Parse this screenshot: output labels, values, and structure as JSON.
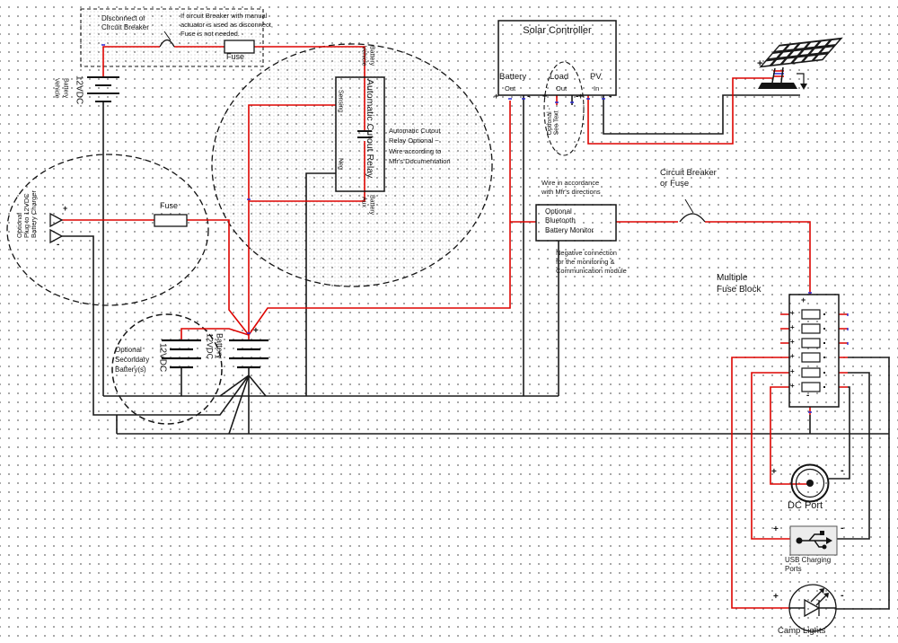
{
  "colors": {
    "positive": "#dd0400",
    "negative": "#1a1a1a",
    "junction": "#2b2bd4",
    "outline": "#141414"
  },
  "icons": {
    "solar_panel": "solar-panel-icon",
    "battery": "battery-cell-icon",
    "fuse": "fuse-icon",
    "circuit_breaker": "circuit-breaker-arc-icon",
    "charger_plug": "charger-plug-triangles-icon",
    "dc_port": "dc-port-icon",
    "usb": "usb-charging-icon",
    "camp_lights": "camp-lights-led-icon"
  },
  "labels": {
    "plus": "+",
    "minus": "-",
    "disconnect": "Disconnect or\nCircuit Breaker",
    "breaker_note": "If circuit Breaker with manual\nactuator is used as disconnect,\nFuse is not needed.",
    "fuse_top": "Fuse",
    "vehicle_battery_units": "12VDC",
    "vehicle_battery_line1": "Vehicle",
    "vehicle_battery_line2": "Battery",
    "charger": "Optional\nPlug to 12VDC\nBattery Charger",
    "charger_fuse": "Fuse",
    "relay_title": "Automatic Cutout Relay",
    "relay_term_vehicle1": "Vehicle",
    "relay_term_vehicle2": "Battery",
    "relay_term_sensing": "Sensing",
    "relay_term_neg": "Neg",
    "relay_term_aux1": "Aux",
    "relay_term_aux2": "Battery",
    "relay_note": "Automatic Cutout\nRelay Optional ~\nWire according to\nMfr's Documentation",
    "controller_title": "Solar Controller",
    "controller_battery": "Battery",
    "controller_load": "Load",
    "controller_pv": "PV",
    "out": "Out",
    "in_lbl": "In",
    "optional_see_text": "Optional -\nSee Text",
    "monitor_note_top": "Wire in accordance\nwith Mfr's directions",
    "monitor": "Optional\nBluetooth\nBattery Monitor",
    "monitor_note_bottom": "Negative connection\nfor the monitoring &\nCommunication module",
    "breaker_right": "Circuit Breaker\nor Fuse",
    "fuse_block": "Multiple\nFuse Block",
    "secondary": "Optional\nSecondary\nBattery(s)",
    "secondary_units": "12VDC",
    "main_battery_units": "12VDC",
    "main_battery_word": "Battery",
    "dc_port": "DC Port",
    "usb": "USB Charging\nPorts",
    "camp": "Camp Lights"
  }
}
